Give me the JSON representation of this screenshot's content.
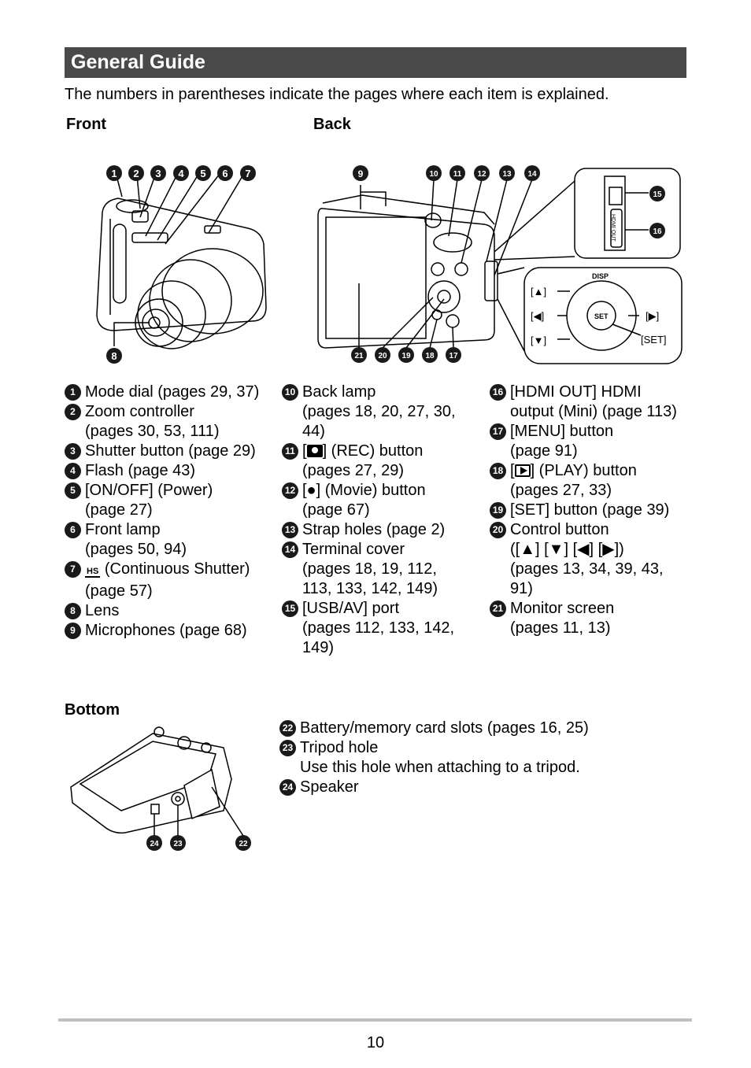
{
  "title": "General Guide",
  "intro": "The numbers in parentheses indicate the pages where each item is explained.",
  "labels": {
    "front": "Front",
    "back": "Back",
    "bottom": "Bottom"
  },
  "dpad": {
    "up": "[▲]",
    "left": "[◀]",
    "down": "[▼]",
    "right": "[▶]",
    "set": "[SET]",
    "set_btn": "SET",
    "disp": "DISP",
    "hdmi": "HDMI OUT"
  },
  "col1": [
    {
      "n": "1",
      "l1": "Mode dial (pages 29, 37)"
    },
    {
      "n": "2",
      "l1": "Zoom controller",
      "l2": "(pages 30, 53, 111)"
    },
    {
      "n": "3",
      "l1": "Shutter button (page 29)"
    },
    {
      "n": "4",
      "l1": "Flash (page 43)"
    },
    {
      "n": "5",
      "l1": "[ON/OFF] (Power)",
      "l2": "(page 27)"
    },
    {
      "n": "6",
      "l1": "Front lamp",
      "l2": "(pages 50, 94)"
    },
    {
      "n": "7",
      "l1": "(Continuous Shutter)",
      "l2": "(page 57)",
      "icon": "HS"
    },
    {
      "n": "8",
      "l1": "Lens"
    },
    {
      "n": "9",
      "l1": "Microphones (page 68)"
    }
  ],
  "col2": [
    {
      "n": "10",
      "l1": "Back lamp",
      "l2": "(pages 18, 20, 27, 30,",
      "l3": "44)"
    },
    {
      "n": "11",
      "pre": "[",
      "post": "] (REC) button",
      "l2": "(pages 27, 29)"
    },
    {
      "n": "12",
      "l1": "[●] (Movie) button",
      "l2": "(page 67)"
    },
    {
      "n": "13",
      "l1": "Strap holes (page 2)"
    },
    {
      "n": "14",
      "l1": "Terminal cover",
      "l2": "(pages 18, 19, 112,",
      "l3": "113, 133, 142, 149)"
    },
    {
      "n": "15",
      "l1": "[USB/AV] port",
      "l2": "(pages 112, 133, 142,",
      "l3": "149)"
    }
  ],
  "col3": [
    {
      "n": "16",
      "l1": "[HDMI OUT] HDMI",
      "l2": "output (Mini) (page 113)"
    },
    {
      "n": "17",
      "l1": "[MENU] button",
      "l2": "(page 91)"
    },
    {
      "n": "18",
      "pre": "[",
      "post": "] (PLAY) button",
      "l2": "(pages 27, 33)"
    },
    {
      "n": "19",
      "l1": "[SET] button (page 39)"
    },
    {
      "n": "20",
      "l1": "Control button",
      "l2": "([▲] [▼] [◀] [▶])",
      "l3": "(pages 13, 34, 39, 43,",
      "l4": "91)"
    },
    {
      "n": "21",
      "l1": "Monitor screen",
      "l2": "(pages 11, 13)"
    }
  ],
  "bottom_items": [
    {
      "n": "22",
      "l1": "Battery/memory card slots (pages 16, 25)"
    },
    {
      "n": "23",
      "l1": "Tripod hole",
      "l2": "Use this hole when attaching to a tripod."
    },
    {
      "n": "24",
      "l1": "Speaker"
    }
  ],
  "page_number": "10"
}
